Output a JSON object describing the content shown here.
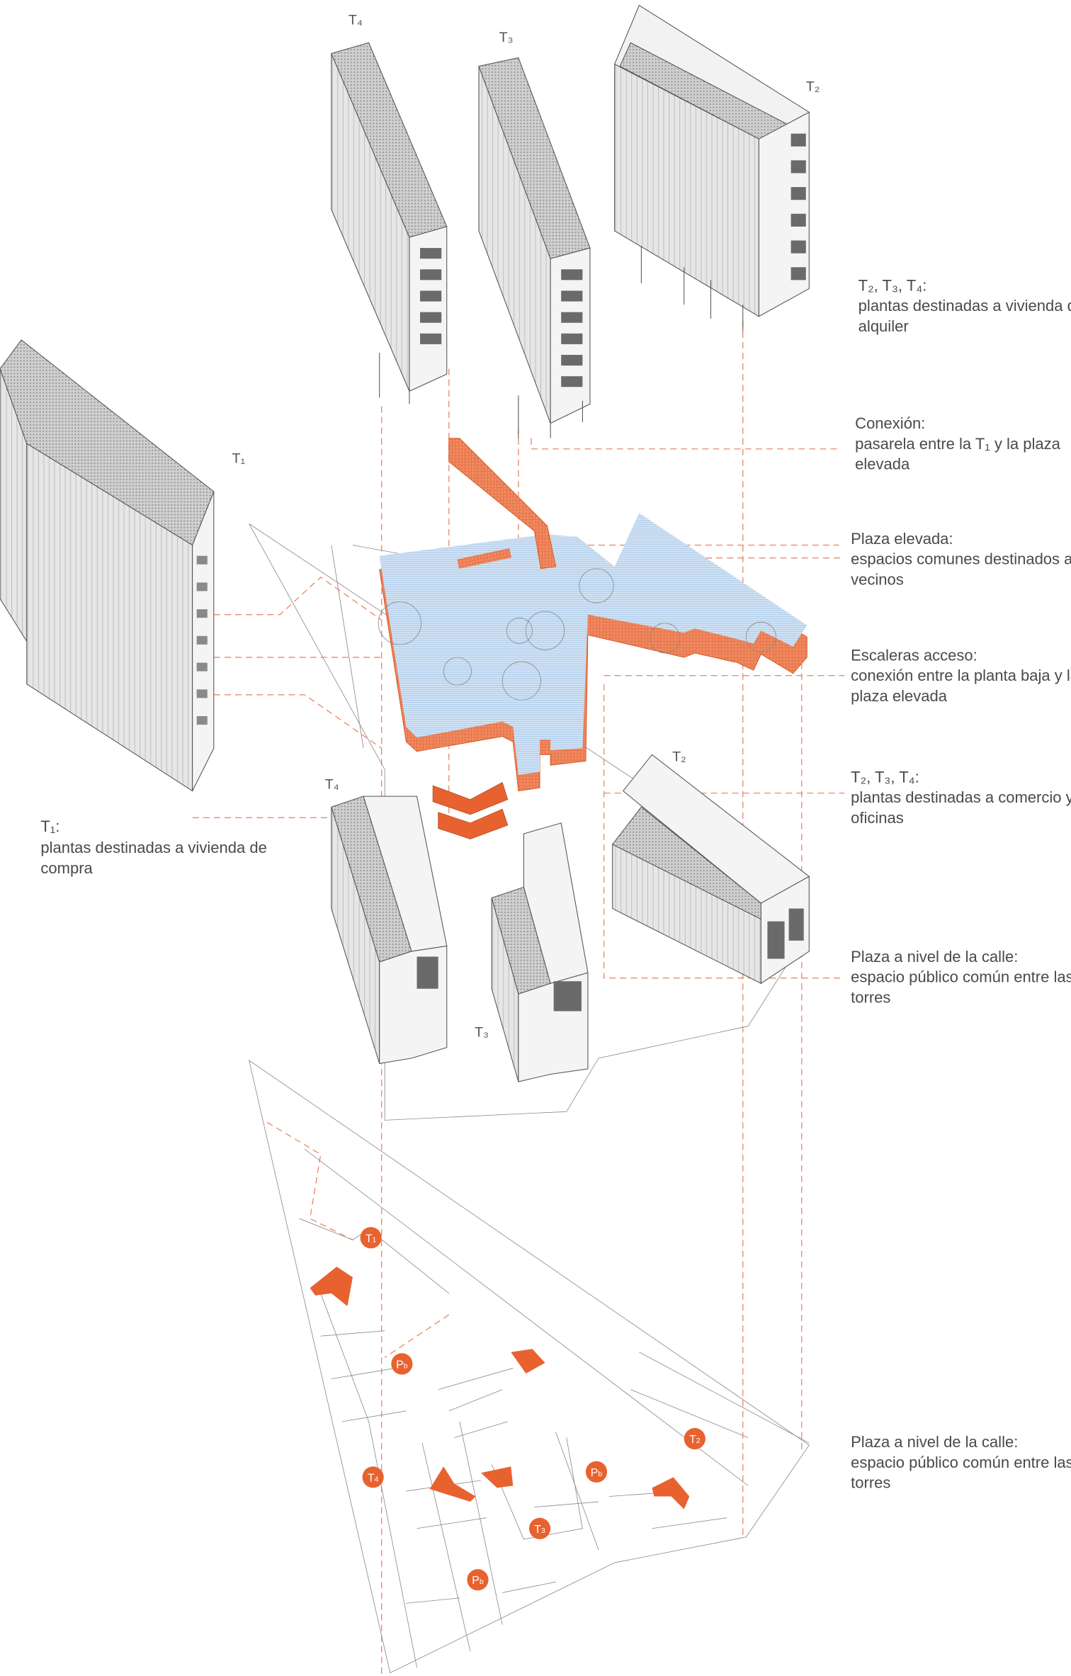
{
  "colors": {
    "orange": "#e8622f",
    "blue_floor": "#c4dbf2",
    "facade_grey": "#d9d9d9",
    "window_dark": "#6a6a6a",
    "leader": "#ec8a68",
    "text": "#4a4a4a"
  },
  "tower_tags": {
    "t4_upper": "T₄",
    "t3_upper": "T₃",
    "t2_upper": "T₂",
    "t1": "T₁",
    "t4_lower": "T₄",
    "t2_lower": "T₂",
    "t3_lower": "T₃"
  },
  "labels": {
    "rental": {
      "title": "T₂, T₃, T₄:",
      "lines": [
        "plantas destinadas a vivienda de",
        "alquiler"
      ]
    },
    "connection": {
      "title": "Conexión:",
      "lines": [
        "pasarela entre la T₁ y la plaza",
        "elevada"
      ]
    },
    "raised_plaza": {
      "title": "Plaza elevada:",
      "lines": [
        "espacios comunes destinados a los",
        "vecinos"
      ]
    },
    "stairs": {
      "title": "Escaleras acceso:",
      "lines": [
        "conexión entre la planta baja y la",
        "plaza elevada"
      ]
    },
    "commerce": {
      "title": "T₂, T₃, T₄:",
      "lines": [
        "plantas destinadas a comercio y",
        "oficinas"
      ]
    },
    "street_plaza": {
      "title": "Plaza a nivel de la calle:",
      "lines": [
        "espacio público común entre las",
        "torres"
      ]
    },
    "street_plaza_plan": {
      "title": "Plaza a nivel de la calle:",
      "lines": [
        "espacio público común entre las",
        "torres"
      ]
    },
    "purchase": {
      "title": "T₁:",
      "lines": [
        "plantas destinadas a vivienda de",
        "compra"
      ]
    }
  },
  "plan_markers": [
    {
      "main": "T",
      "sub": "1"
    },
    {
      "main": "P",
      "sub": "b"
    },
    {
      "main": "T",
      "sub": "4"
    },
    {
      "main": "P",
      "sub": "b"
    },
    {
      "main": "T",
      "sub": "3"
    },
    {
      "main": "P",
      "sub": "b"
    },
    {
      "main": "T",
      "sub": "2"
    }
  ]
}
